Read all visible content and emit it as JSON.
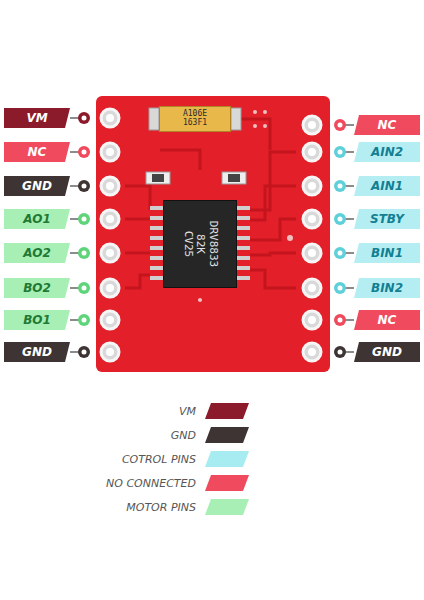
{
  "diagram": {
    "nodes": [
      {
        "text": [
          "VM"
        ]
      },
      {
        "text": [
          "NC"
        ]
      },
      {
        "text": [
          "GND"
        ]
      },
      {
        "text": [
          "AO1"
        ]
      },
      {
        "text": [
          "AO2"
        ]
      },
      {
        "text": [
          "BO2"
        ]
      },
      {
        "text": [
          "BO1"
        ]
      },
      {
        "text": [
          "GND"
        ]
      },
      {
        "text": [
          "NC"
        ]
      },
      {
        "text": [
          "AIN2"
        ]
      },
      {
        "text": [
          "AIN1"
        ]
      },
      {
        "text": [
          "STBY"
        ]
      },
      {
        "text": [
          "BIN1"
        ]
      },
      {
        "text": [
          "BIN2"
        ]
      },
      {
        "text": [
          "NC"
        ]
      },
      {
        "text": [
          "GND"
        ]
      },
      {
        "text": [
          "A106E 163F1"
        ]
      },
      {
        "text": [
          "DRV8833 82K CV25"
        ]
      }
    ],
    "legend": [
      {
        "text": "VM",
        "color": "#8b1a2b"
      },
      {
        "text": "GND",
        "color": "#3d3433"
      },
      {
        "text": "COTROL PINS",
        "color": "#a7ecf0"
      },
      {
        "text": "NO CONNECTED",
        "color": "#ef4a5e"
      },
      {
        "text": "MOTOR PINS",
        "color": "#a8efb5"
      }
    ]
  }
}
